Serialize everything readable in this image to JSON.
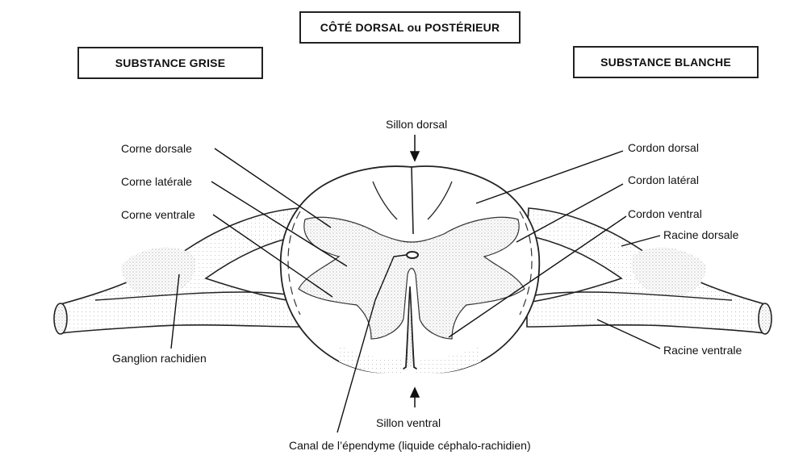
{
  "headers": {
    "top": "CÔTÉ DORSAL ou POSTÉRIEUR",
    "left": "SUBSTANCE GRISE",
    "right": "SUBSTANCE BLANCHE"
  },
  "labels": {
    "sillon_dorsal": "Sillon dorsal",
    "corne_dorsale": "Corne dorsale",
    "corne_laterale": "Corne latérale",
    "corne_ventrale": "Corne ventrale",
    "ganglion_rachidien": "Ganglion rachidien",
    "cordon_dorsal": "Cordon dorsal",
    "cordon_lateral": "Cordon latéral",
    "cordon_ventral": "Cordon ventral",
    "racine_dorsale": "Racine dorsale",
    "racine_ventrale": "Racine ventrale",
    "sillon_ventral": "Sillon ventral",
    "canal_ependyme": "Canal de l’épendyme (liquide céphalo-rachidien)"
  }
}
